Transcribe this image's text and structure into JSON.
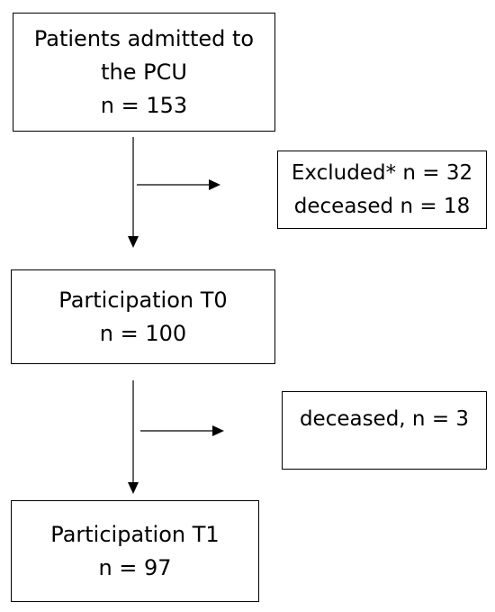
{
  "flowchart": {
    "admitted": {
      "line1": "Patients admitted to",
      "line2": "the PCU",
      "count": "n = 153"
    },
    "exclusion1": {
      "line1": "Excluded* n = 32",
      "line2": "deceased n = 18"
    },
    "participation_t0": {
      "label": "Participation T0",
      "count": "n = 100"
    },
    "exclusion2": {
      "label": "deceased, n = 3"
    },
    "participation_t1": {
      "label": "Participation T1",
      "count": "n = 97"
    }
  }
}
